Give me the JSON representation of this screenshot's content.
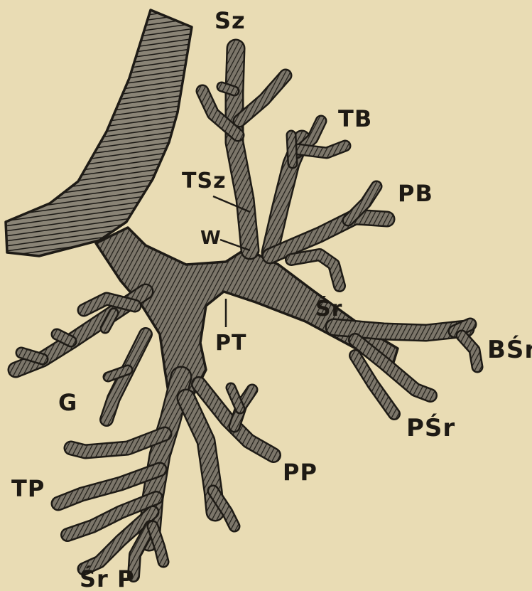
{
  "colors": {
    "paper": "#e9dcb4",
    "ink": "#2a2721",
    "hatch": "#5f5a4f"
  },
  "labels": {
    "sz": "Sz",
    "tb": "TB",
    "tsz": "TSz",
    "pb": "PB",
    "w": "W",
    "sr": "Śr",
    "pt": "PT",
    "bsr": "BŚr",
    "g": "G",
    "psr": "PŚr",
    "pp": "PP",
    "tp": "TP",
    "srp": "Śr P"
  }
}
